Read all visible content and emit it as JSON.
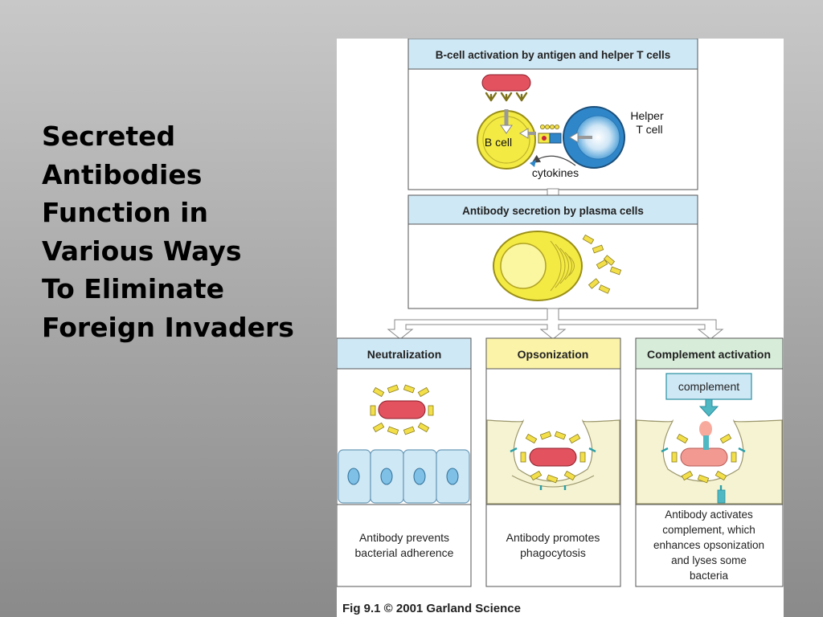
{
  "slide": {
    "title_lines": [
      "Secreted",
      "Antibodies",
      "Function in",
      "Various Ways",
      "To Eliminate",
      "Foreign Invaders"
    ]
  },
  "figure": {
    "activation": {
      "header": "B-cell activation by antigen and helper T cells",
      "b_cell_label": "B cell",
      "helper_label_line1": "Helper",
      "helper_label_line2": "T cell",
      "cytokines_label": "cytokines"
    },
    "secretion": {
      "header": "Antibody secretion by plasma cells"
    },
    "neutralization": {
      "header": "Neutralization",
      "caption_line1": "Antibody prevents",
      "caption_line2": "bacterial adherence"
    },
    "opsonization": {
      "header": "Opsonization",
      "caption_line1": "Antibody promotes",
      "caption_line2": "phagocytosis"
    },
    "complement": {
      "header": "Complement activation",
      "box_label": "complement",
      "caption_line1": "Antibody activates",
      "caption_line2": "complement, which",
      "caption_line3": "enhances opsonization",
      "caption_line4": "and lyses some",
      "caption_line5": "bacteria"
    },
    "footer": "Fig 9.1  © 2001 Garland Science"
  },
  "colors": {
    "header_blue": "#cfe8f5",
    "header_yellow": "#fbf3a8",
    "header_green": "#d7ecd9",
    "bacterium_red": "#e2525f",
    "antibody_yellow": "#f3df4a",
    "b_cell_yellow": "#f4ea44",
    "t_cell_blue": "#2f87c9",
    "complement_teal": "#4fb8c2"
  }
}
